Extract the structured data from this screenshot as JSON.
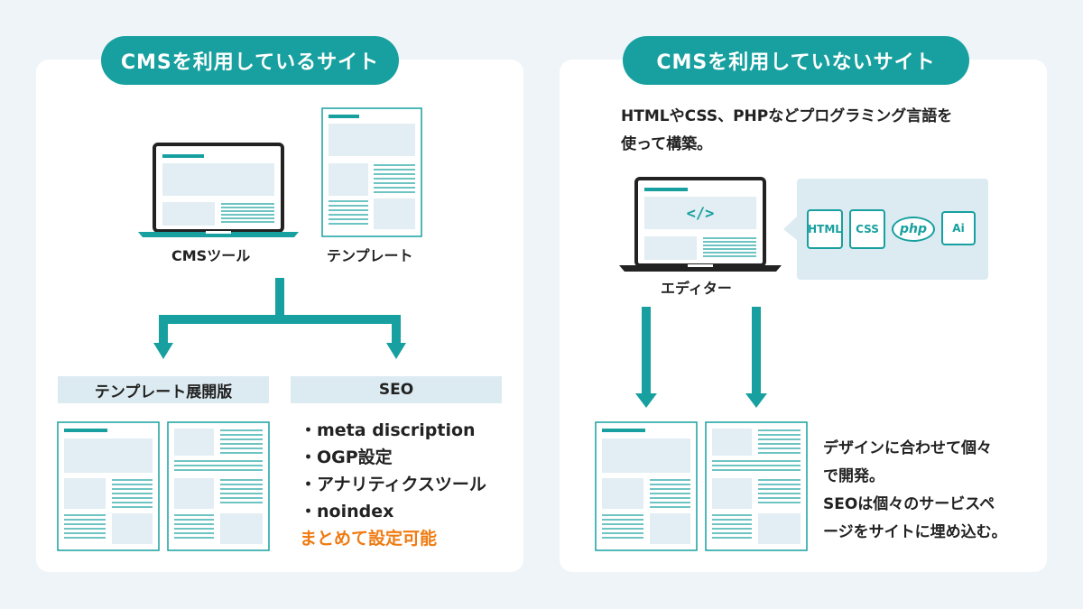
{
  "colors": {
    "accent": "#17a09f",
    "light_block": "#e2eef3",
    "band": "#dcebf1",
    "panel": "#ffffff",
    "background": "#eef4f8",
    "highlight": "#f07b12"
  },
  "left": {
    "title": "CMSを利用しているサイト",
    "cms_tool_label": "CMSツール",
    "template_label": "テンプレート",
    "branch_template": "テンプレート展開版",
    "branch_seo": "SEO",
    "seo_items": [
      "・meta discription",
      "・OGP設定",
      "・アナリティクスツール",
      "・noindex"
    ],
    "seo_note": "まとめて設定可能"
  },
  "right": {
    "title": "CMSを利用していないサイト",
    "intro_lines": [
      "HTMLやCSS、PHPなどプログラミング言語を",
      "使って構築。"
    ],
    "code_symbol": "</>",
    "editor_label": "エディター",
    "tools": [
      "HTML",
      "CSS",
      "php",
      "Ai"
    ],
    "desc_lines": [
      "デザインに合わせて個々",
      "で開発。",
      "SEOは個々のサービスペ",
      "ージをサイトに埋め込む。"
    ]
  }
}
